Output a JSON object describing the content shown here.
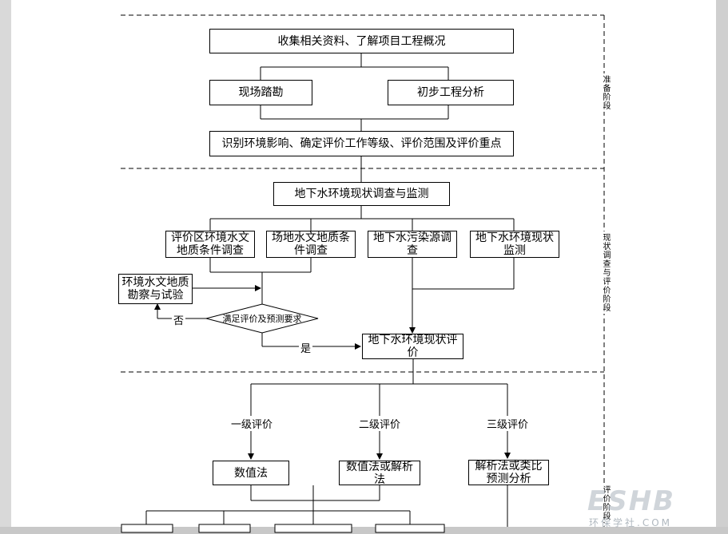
{
  "boxes": {
    "collect": "收集相关资料、了解项目工程概况",
    "site_survey": "现场踏勘",
    "prelim_analysis": "初步工程分析",
    "identify": "识别环境影响、确定评价工作等级、评价范围及评价重点",
    "gw_survey": "地下水环境现状调查与监测",
    "hydro_eval_area": "评价区环境水文地质条件调查",
    "hydro_site": "场地水文地质条件调查",
    "pollution_source": "地下水污染源调查",
    "gw_status_monitor": "地下水环境现状监测",
    "hydro_exploration": "环境水文地质勘察与试验",
    "decision": "满足评价及预测要求",
    "gw_status_eval": "地下水环境现状评价",
    "numeric": "数值法",
    "numeric_or_analytic": "数值法或解析法",
    "analytic_or_analog": "解析法或类比预测分析"
  },
  "edge_labels": {
    "no": "否",
    "yes": "是",
    "level1": "一级评价",
    "level2": "二级评价",
    "level3": "三级评价"
  },
  "stages": {
    "prep": "准备阶段",
    "survey_eval": "现状调查与评价阶段",
    "predict": "评价阶段"
  },
  "watermark": {
    "logo": "ESHB",
    "site": "环保学社.COM"
  }
}
